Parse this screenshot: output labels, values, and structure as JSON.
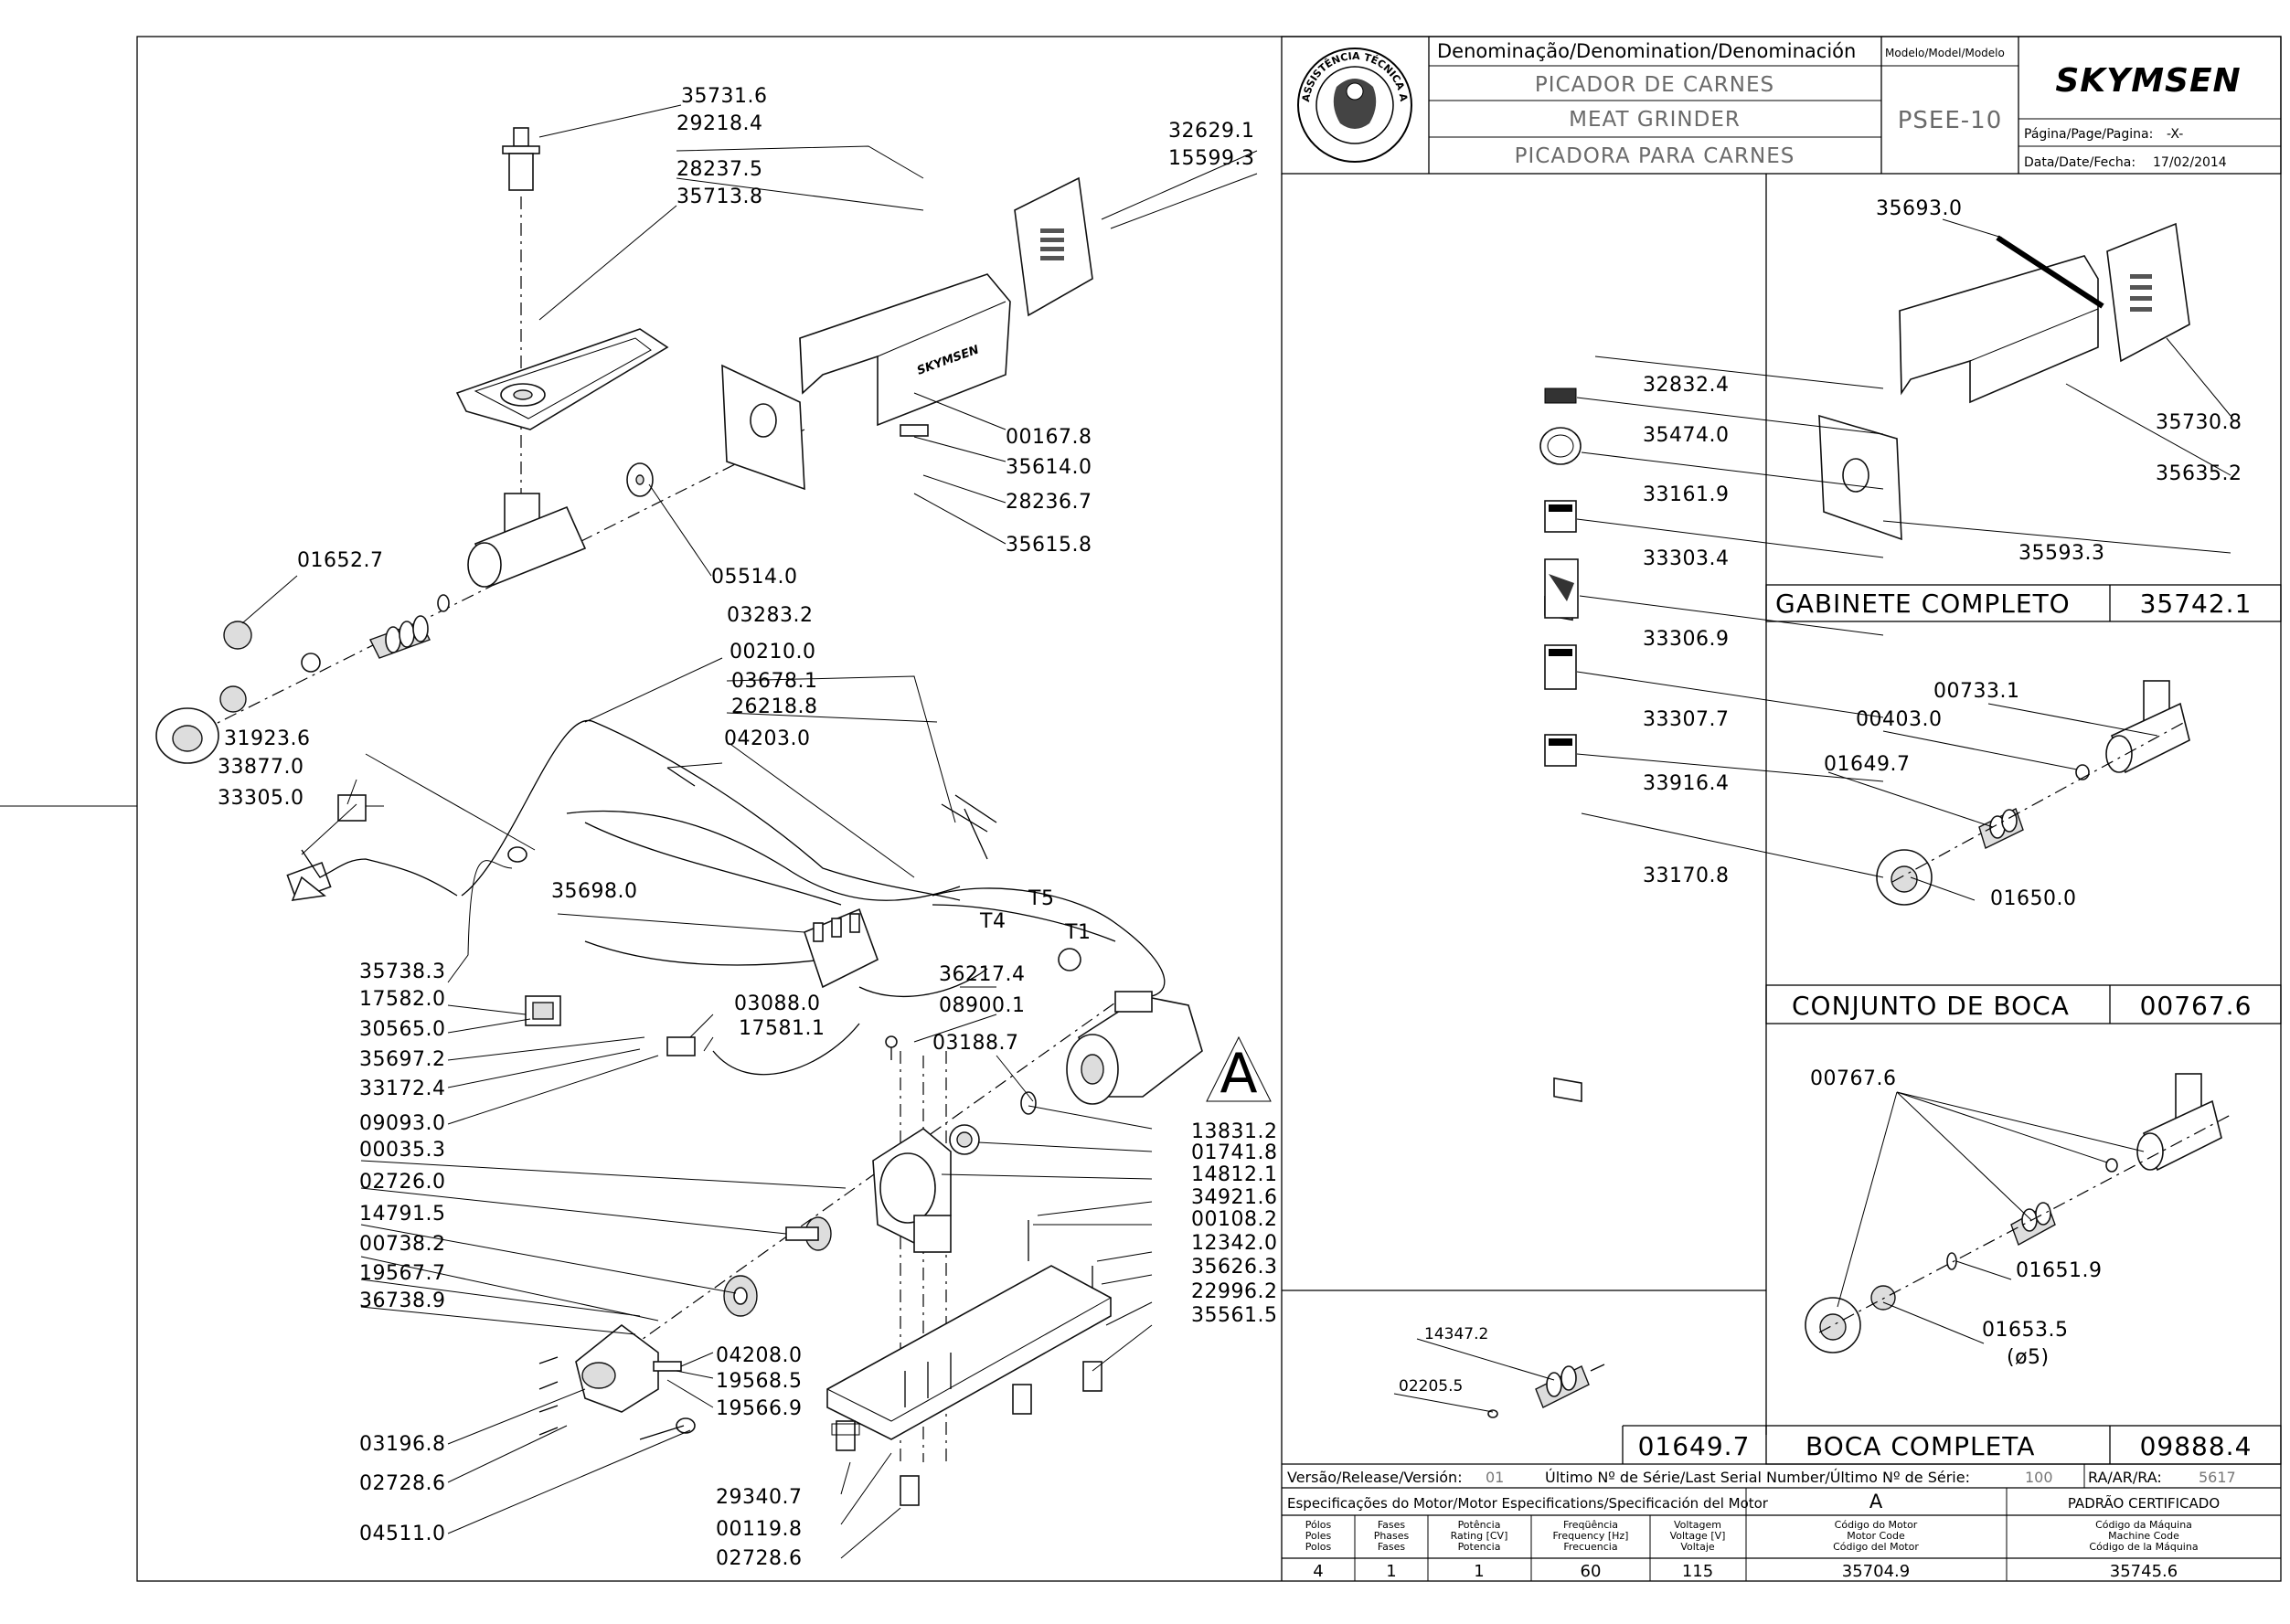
{
  "title_block": {
    "denomination_header": "Denominação/Denomination/Denominación",
    "model_header": "Modelo/Model/Modelo",
    "name_pt": "PICADOR DE CARNES",
    "name_en": "MEAT GRINDER",
    "name_es": "PICADORA PARA CARNES",
    "model": "PSEE-10",
    "page_label": "Página/Page/Pagina:",
    "page_value": "-X-",
    "date_label": "Data/Date/Fecha:",
    "date_value": "17/02/2014",
    "brand": "SKYMSEN",
    "seal_text": "ASSISTÊNCIA TÉCNICA AUTORIZADA"
  },
  "kits": [
    {
      "name": "GABINETE COMPLETO",
      "code": "35742.1"
    },
    {
      "name": "CONJUNTO DE BOCA",
      "code": "00767.6"
    },
    {
      "name": "BOCA COMPLETA",
      "code": "09888.4"
    }
  ],
  "detail_code": "01649.7",
  "main_labels": {
    "l35731_6": "35731.6",
    "l29218_4": "29218.4",
    "l28237_5": "28237.5",
    "l35713_8": "35713.8",
    "l32629_1": "32629.1",
    "l15599_3": "15599.3",
    "l00167_8": "00167.8",
    "l35614_0": "35614.0",
    "l28236_7": "28236.7",
    "l35615_8": "35615.8",
    "l01652_7": "01652.7",
    "l05514_0": "05514.0",
    "l03283_2": "03283.2",
    "l00210_0": "00210.0",
    "l03678_1": "03678.1",
    "l26218_8": "26218.8",
    "l04203_0": "04203.0",
    "l31923_6": "31923.6",
    "l33877_0": "33877.0",
    "l33305_0": "33305.0",
    "l35698_0": "35698.0",
    "l35738_3": "35738.3",
    "l17582_0": "17582.0",
    "l30565_0": "30565.0",
    "l35697_2": "35697.2",
    "l33172_4": "33172.4",
    "l09093_0": "09093.0",
    "l03088_0": "03088.0",
    "l17581_1": "17581.1",
    "l36217_4": "36217.4",
    "l08900_1": "08900.1",
    "l03188_7": "03188.7",
    "l13831_2": "13831.2",
    "l01741_8": "01741.8",
    "l14812_1": "14812.1",
    "l34921_6": "34921.6",
    "l00108_2": "00108.2",
    "l12342_0": "12342.0",
    "l35626_3": "35626.3",
    "l22996_2": "22996.2",
    "l35561_5": "35561.5",
    "l00035_3": "00035.3",
    "l02726_0": "02726.0",
    "l14791_5": "14791.5",
    "l00738_2": "00738.2",
    "l19567_7": "19567.7",
    "l36738_9": "36738.9",
    "l04208_0": "04208.0",
    "l19568_5": "19568.5",
    "l19566_9": "19566.9",
    "l03196_8": "03196.8",
    "l02728_6a": "02728.6",
    "l04511_0": "04511.0",
    "l29340_7": "29340.7",
    "l00119_8": "00119.8",
    "l02728_6b": "02728.6",
    "t5": "T5",
    "t4": "T4",
    "t1": "T1",
    "motor_a": "A"
  },
  "sticker_labels": [
    "32832.4",
    "35474.0",
    "33161.9",
    "33303.4",
    "33306.9",
    "33307.7",
    "33916.4",
    "33170.8"
  ],
  "cabinet_labels": {
    "a": "35693.0",
    "b": "35730.8",
    "c": "35635.2",
    "d": "35593.3"
  },
  "mouth_set_labels": {
    "a": "00733.1",
    "b": "00403.0",
    "c": "01649.7",
    "d": "01650.0"
  },
  "mouth_complete_labels": {
    "a": "00767.6",
    "b": "01651.9",
    "c": "01653.5",
    "d": "(ø5)"
  },
  "detail_labels": {
    "a": "14347.2",
    "b": "02205.5"
  },
  "release": {
    "version_label": "Versão/Release/Versión:",
    "version_value": "01",
    "serial_label": "Último Nº de Série/Last Serial Number/Último Nº de Série:",
    "serial_value": "100",
    "ra_label": "RA/AR/RA:",
    "ra_value": "5617"
  },
  "motor_spec": {
    "title": "Especificações do Motor/Motor Especifications/Specificación del Motor",
    "motor_letter": "A",
    "cert": "PADRÃO CERTIFICADO",
    "headers": [
      [
        "Pólos",
        "Poles",
        "Polos"
      ],
      [
        "Fases",
        "Phases",
        "Fases"
      ],
      [
        "Potência",
        "Rating [CV]",
        "Potencia"
      ],
      [
        "Freqüência",
        "Frequency [Hz]",
        "Frecuencia"
      ],
      [
        "Voltagem",
        "Voltage [V]",
        "Voltaje"
      ],
      [
        "Código do Motor",
        "Motor Code",
        "Código del Motor"
      ],
      [
        "Código da Máquina",
        "Machine Code",
        "Código de la Máquina"
      ]
    ],
    "values": [
      "4",
      "1",
      "1",
      "60",
      "115",
      "35704.9",
      "35745.6"
    ]
  }
}
